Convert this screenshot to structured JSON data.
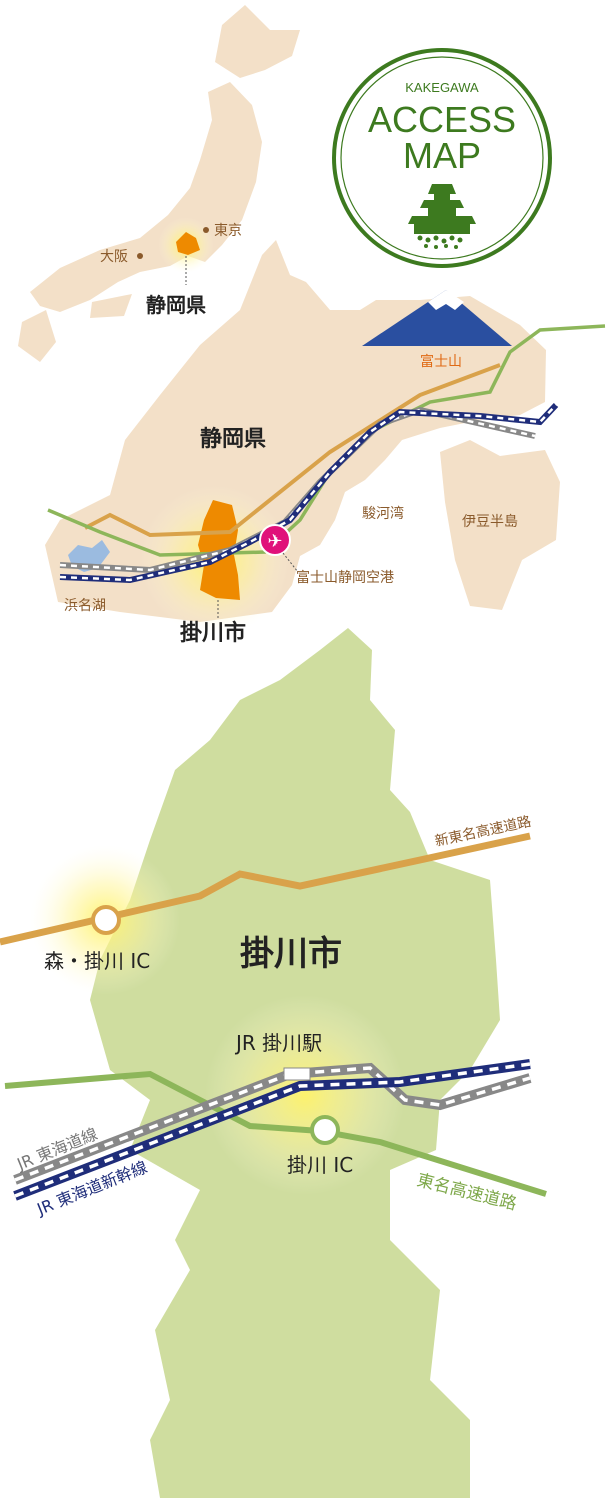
{
  "logo": {
    "sub": "KAKEGAWA",
    "line1": "ACCESS",
    "line2": "MAP"
  },
  "japan_map": {
    "tokyo": "東京",
    "osaka": "大阪",
    "prefecture": "静岡県"
  },
  "prefecture_map": {
    "fuji": "富士山",
    "prefecture": "静岡県",
    "suruga_bay": "駿河湾",
    "izu": "伊豆半島",
    "airport": "富士山静岡空港",
    "hamanako": "浜名湖",
    "city": "掛川市"
  },
  "city_map": {
    "shin_tomei": "新東名高速道路",
    "mori_ic": "森・掛川 IC",
    "city": "掛川市",
    "station": "JR 掛川駅",
    "jr_line": "JR 東海道線",
    "shinkansen": "JR 東海道新幹線",
    "kakegawa_ic": "掛川 IC",
    "tomei": "東名高速道路"
  },
  "colors": {
    "land": "#f3e0c8",
    "city_fill": "#ee8a00",
    "city_map_fill": "#cfdd9f",
    "expressway_new": "#d9a24a",
    "expressway": "#8db65a",
    "shinkansen": "#1f2d7a",
    "jr_line": "#888888",
    "logo": "#3d7a1f",
    "airport": "#e0117a"
  }
}
